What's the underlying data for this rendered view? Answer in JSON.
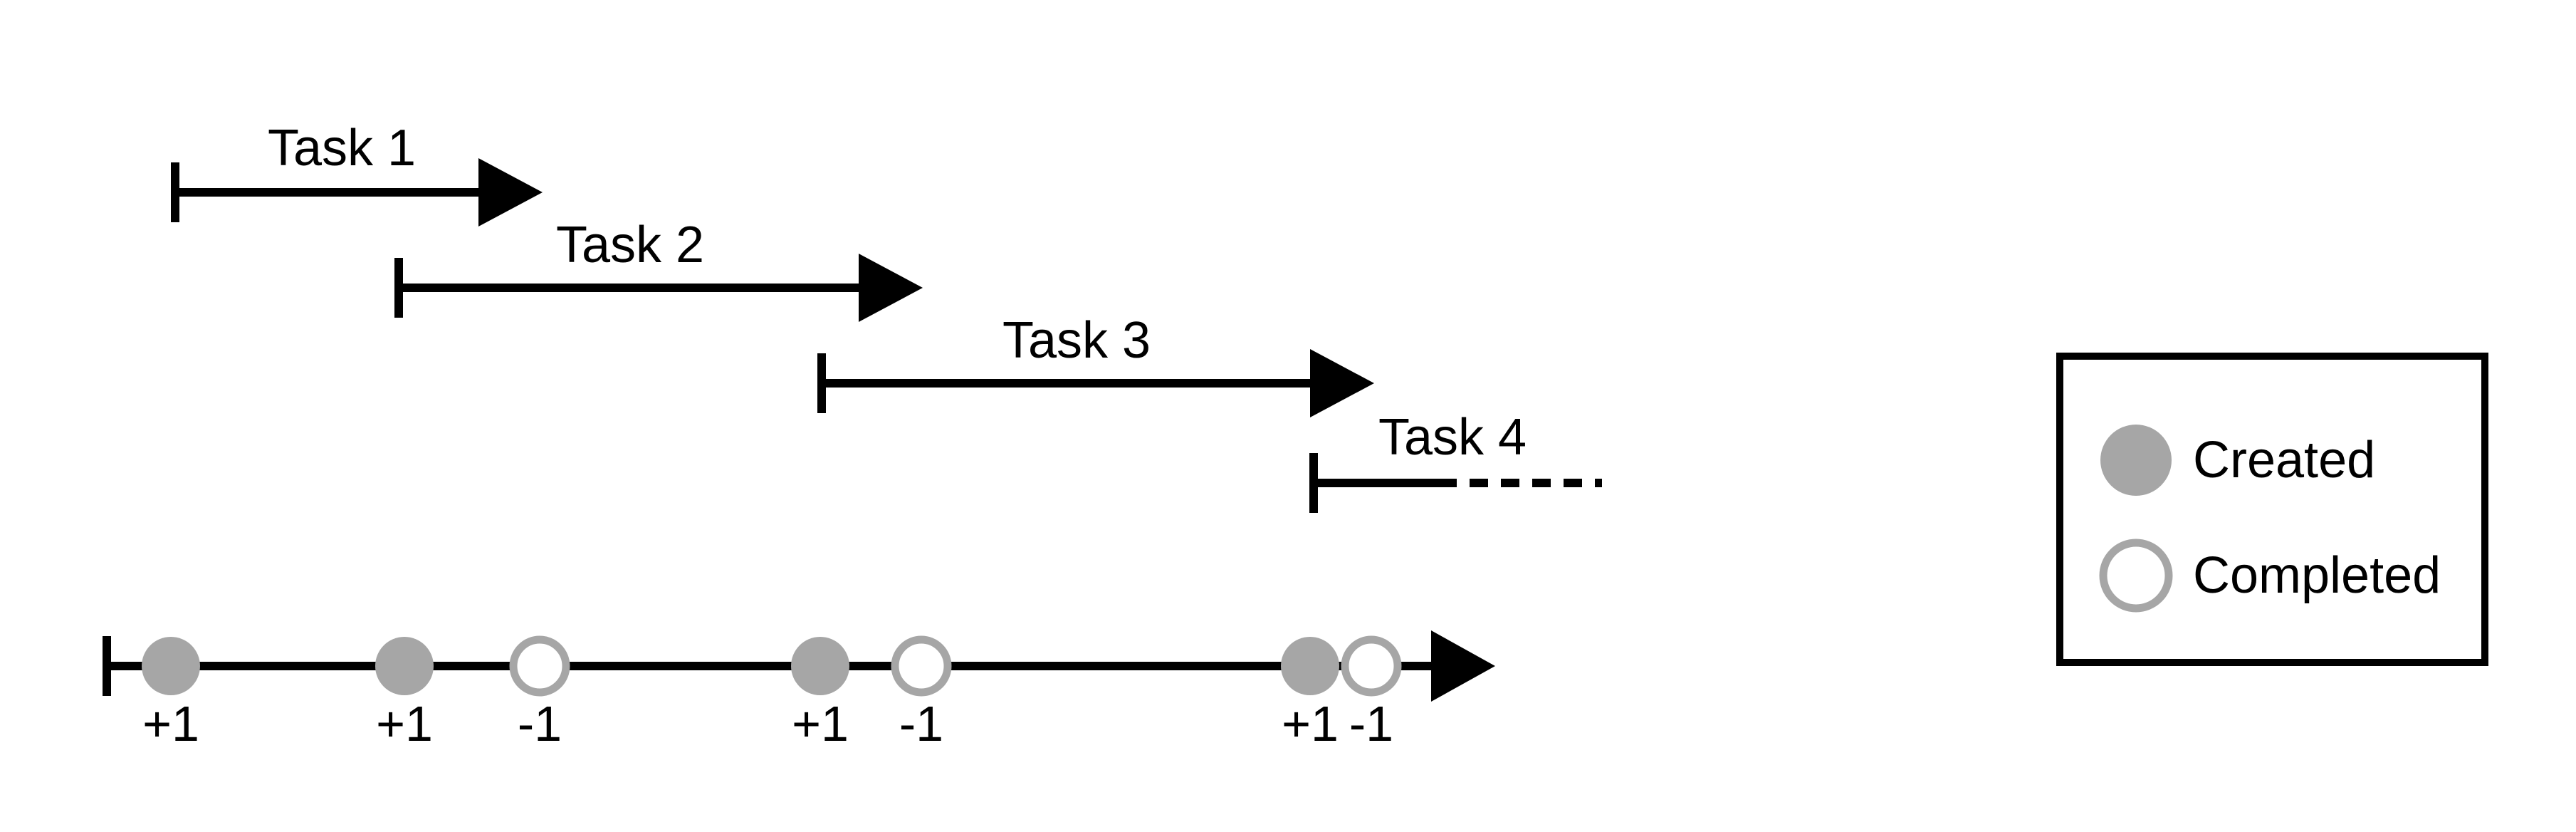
{
  "tasks": [
    {
      "label": "Task 1"
    },
    {
      "label": "Task 2"
    },
    {
      "label": "Task 3"
    },
    {
      "label": "Task 4"
    }
  ],
  "timeline": {
    "events": [
      {
        "type": "created",
        "label": "+1"
      },
      {
        "type": "created",
        "label": "+1"
      },
      {
        "type": "completed",
        "label": "-1"
      },
      {
        "type": "created",
        "label": "+1"
      },
      {
        "type": "completed",
        "label": "-1"
      },
      {
        "type": "created",
        "label": "+1"
      },
      {
        "type": "completed",
        "label": "-1"
      }
    ]
  },
  "legend": {
    "created_label": "Created",
    "completed_label": "Completed"
  },
  "colors": {
    "line": "#000000",
    "marker": "#a6a6a6",
    "background": "#ffffff"
  }
}
